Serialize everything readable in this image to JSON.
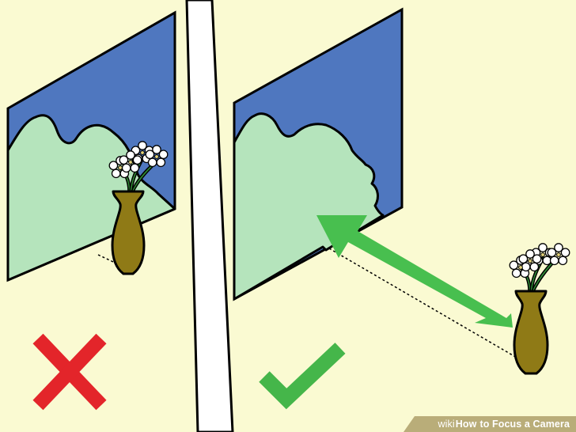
{
  "colors": {
    "background": "#fafad2",
    "divider": "#ffffff",
    "window_blue": "#4f77bf",
    "landscape_green": "#b5e4bc",
    "vase_olive": "#8f7a16",
    "flower_white": "#ffffff",
    "cross_red": "#e3252a",
    "check_green": "#45b64a",
    "arrow_green": "#48bf4f",
    "watermark_bg": "#b9ad79"
  },
  "panels": {
    "left": {
      "verdict_icon": "red-x-icon",
      "verdict": "incorrect"
    },
    "right": {
      "verdict_icon": "green-checkmark-icon",
      "verdict": "correct"
    }
  },
  "watermark": {
    "wiki": "wiki",
    "how": "How",
    "rest": "to Focus a Camera"
  }
}
